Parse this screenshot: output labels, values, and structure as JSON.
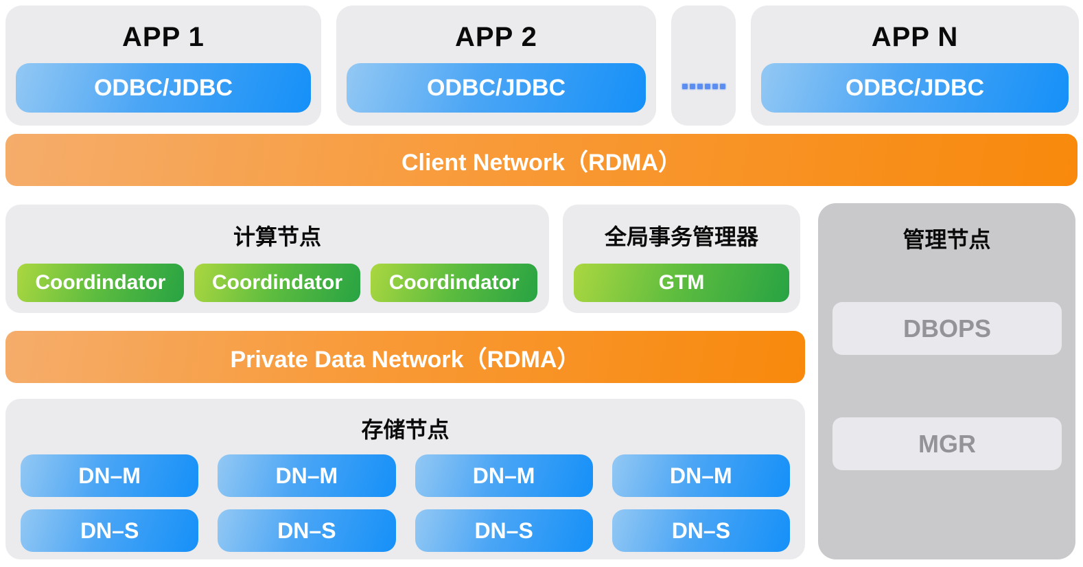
{
  "apps": [
    {
      "title": "APP 1",
      "connector": "ODBC/JDBC"
    },
    {
      "title": "APP 2",
      "connector": "ODBC/JDBC"
    },
    {
      "title": "APP N",
      "connector": "ODBC/JDBC"
    }
  ],
  "ellipsis": {
    "icon": "blue-square-ellipsis",
    "dot_count": 6
  },
  "client_network": {
    "label": "Client Network（RDMA）"
  },
  "compute": {
    "title": "计算节点",
    "nodes": [
      "Coordindator",
      "Coordindator",
      "Coordindator"
    ]
  },
  "gtm": {
    "title": "全局事务管理器",
    "button": "GTM"
  },
  "management": {
    "title": "管理节点",
    "items": [
      "DBOPS",
      "MGR"
    ]
  },
  "private_network": {
    "label": "Private Data Network（RDMA）"
  },
  "storage": {
    "title": "存储节点",
    "masters": [
      "DN–M",
      "DN–M",
      "DN–M",
      "DN–M"
    ],
    "standbys": [
      "DN–S",
      "DN–S",
      "DN–S",
      "DN–S"
    ]
  },
  "colors": {
    "card_bg": "#ebebee",
    "management_bg": "#c9c9cc",
    "management_item_bg": "#e9e9ed",
    "management_item_text": "#939398",
    "blue_gradient_start": "#93c8f4",
    "blue_gradient_end": "#1590f8",
    "green_gradient_start": "#abd740",
    "green_gradient_end": "#28a343",
    "orange_gradient_start": "#f5ad6b",
    "orange_gradient_end": "#f8890c",
    "ellipsis_blue": "#5b8ef0",
    "title_text": "#0a0a0a",
    "pill_text": "#ffffff"
  }
}
